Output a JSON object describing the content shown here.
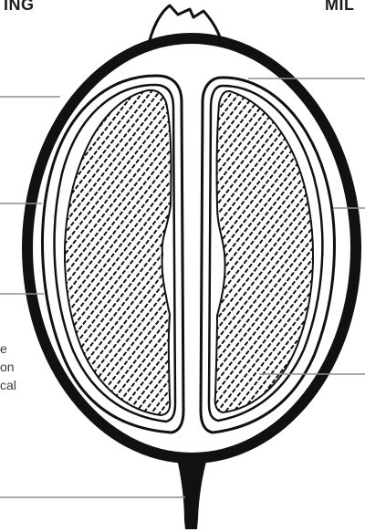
{
  "headings": {
    "left": "ING",
    "right": "MIL"
  },
  "caption_lines": [
    "e",
    "on",
    "cal"
  ],
  "colors": {
    "ink": "#111111",
    "leader_line": "#8e8e8e",
    "caption_text": "#3a3a3a",
    "background": "#ffffff"
  }
}
